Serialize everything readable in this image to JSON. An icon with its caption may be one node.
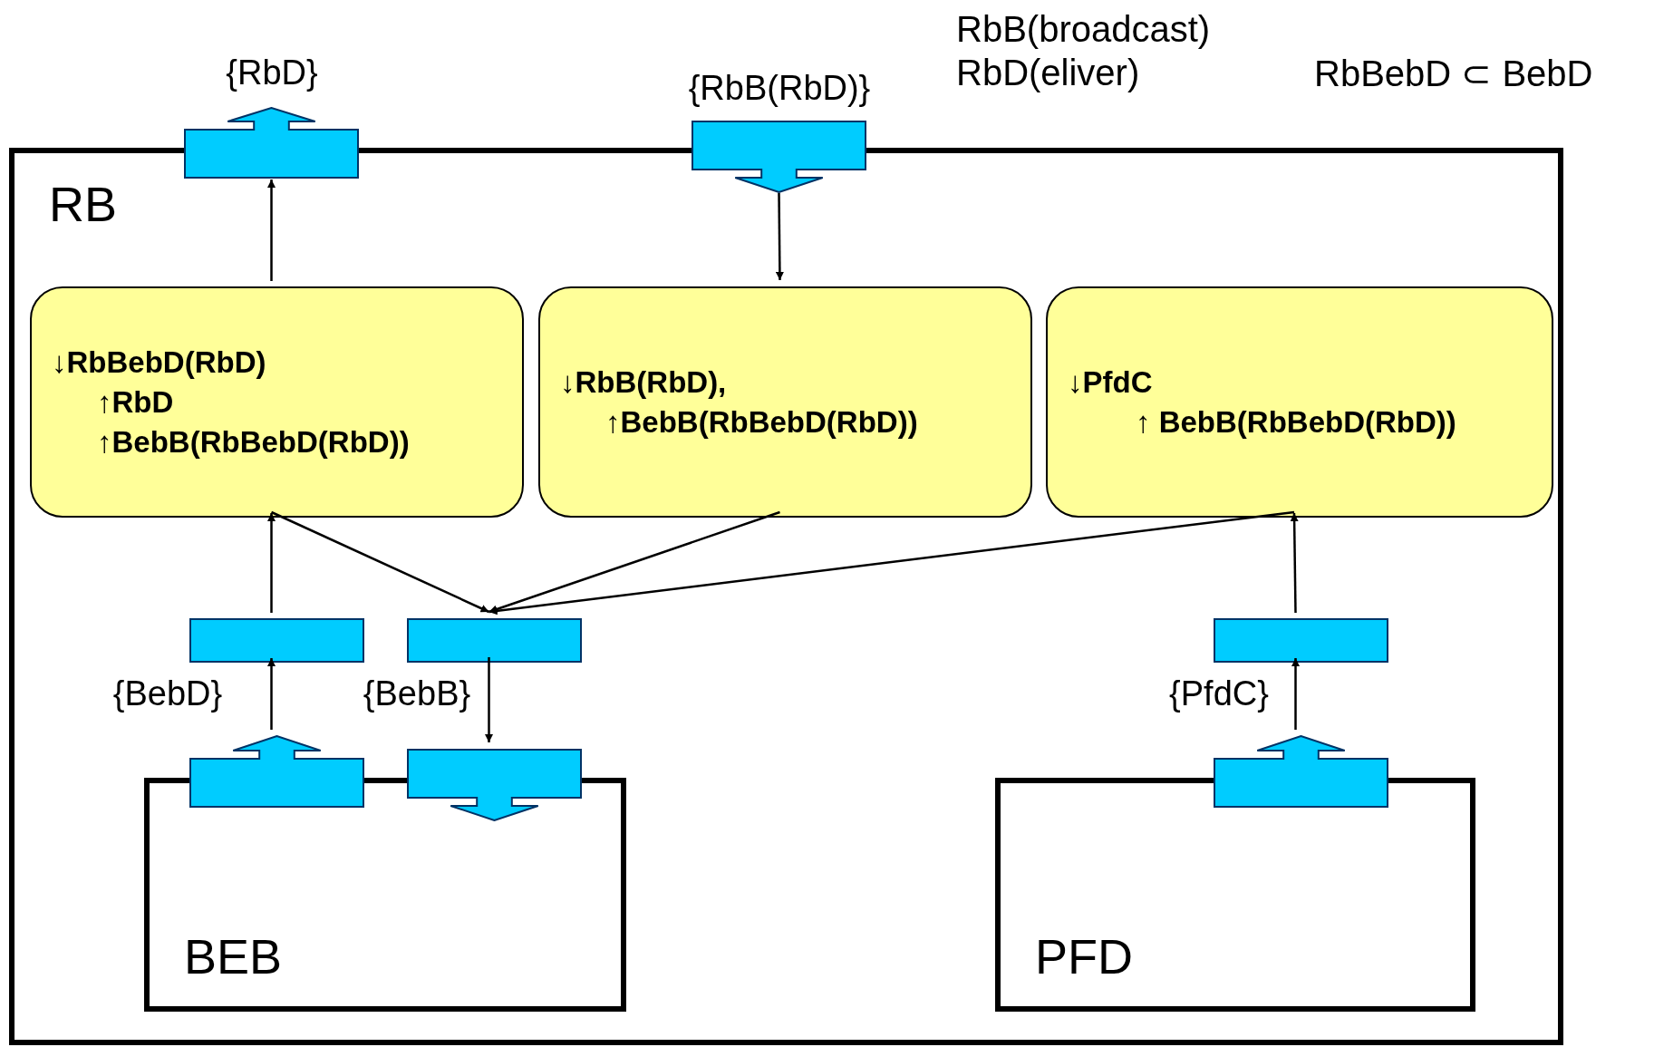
{
  "diagram": {
    "nodes": [
      {
        "text": [
          "RB"
        ]
      },
      {
        "text": [],
        "shape": "box",
        "beside": [
          "{RbD}"
        ]
      },
      {
        "text": [],
        "shape": "box",
        "beside": [
          "{RbB(RbD)}"
        ]
      },
      {
        "text": [
          "↓RbBebD(RbD)",
          "↑RbD",
          "↑BebB(RbBebD(RbD))"
        ],
        "in": 0
      },
      {
        "text": [
          "↓RbB(RbD),",
          "↑BebB(RbBebD(RbD))"
        ],
        "in": 0
      },
      {
        "text": [
          "↓PfdC",
          "↑ BebB(RbBebD(RbD))"
        ],
        "in": 0
      },
      {
        "text": [],
        "shape": "box",
        "in": 0
      },
      {
        "text": [],
        "shape": "box",
        "in": 0
      },
      {
        "text": [],
        "shape": "box",
        "in": 0
      },
      {
        "text": [
          "BEB"
        ],
        "in": 0
      },
      {
        "text": [],
        "shape": "box",
        "in": 0,
        "beside": [
          "{BebD}"
        ]
      },
      {
        "text": [],
        "shape": "box",
        "in": 0,
        "beside": [
          "{BebB}"
        ]
      },
      {
        "text": [
          "PFD"
        ],
        "in": 0
      },
      {
        "text": [],
        "shape": "box",
        "in": 0,
        "beside": [
          "{PfdC}"
        ]
      }
    ],
    "edges": [
      {
        "from": 3,
        "to": 1,
        "arrow": "to"
      },
      {
        "from": 2,
        "to": 4,
        "arrow": "to"
      },
      {
        "from": 6,
        "to": 3,
        "arrow": "to"
      },
      {
        "from": 3,
        "to": 7,
        "arrow": "to"
      },
      {
        "from": 4,
        "to": 7,
        "arrow": "to"
      },
      {
        "from": 5,
        "to": 7,
        "arrow": "to"
      },
      {
        "from": 8,
        "to": 5,
        "arrow": "to"
      },
      {
        "from": 10,
        "to": 6,
        "arrow": "to"
      },
      {
        "from": 7,
        "to": 11,
        "arrow": "to"
      },
      {
        "from": 13,
        "to": 8,
        "arrow": "to"
      }
    ],
    "labels": [
      "RbB(broadcast)",
      "RbD(eliver)",
      "RbBebD ⊂ BebD"
    ]
  }
}
